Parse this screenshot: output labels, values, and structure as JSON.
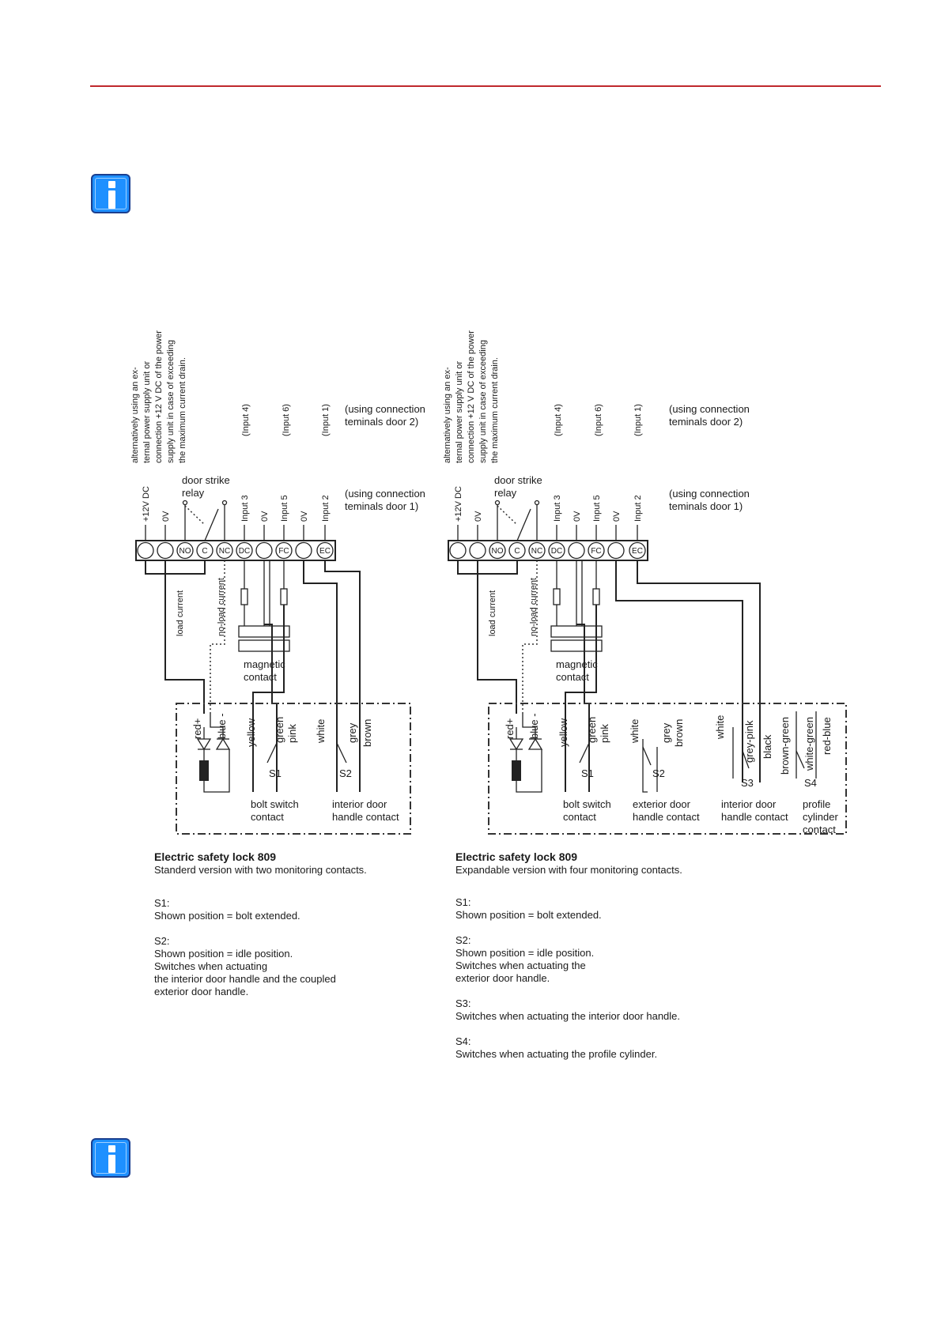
{
  "colors": {
    "header_rule": "#c0282d",
    "info_icon": "#1e90ff"
  },
  "icons": {
    "top": "info-icon",
    "bottom": "info-icon"
  },
  "common": {
    "supply_note": [
      "alternatively using an ex-",
      "ternal power supply unit or",
      "connection +12 V DC of the power",
      "supply unit in case of exceeding",
      "the maximum current drain."
    ],
    "input4": "(Input 4)",
    "input6": "(Input 6)",
    "input1": "(Input 1)",
    "door2": [
      "(using connection",
      "teminals door 2)"
    ],
    "door1": [
      "(using connection",
      "teminals door 1)"
    ],
    "v12": "+12V DC",
    "v0": "0V",
    "strike": [
      "door strike",
      "relay"
    ],
    "in3": "Input 3",
    "in5": "Input 5",
    "in2": "Input 2",
    "terminals": [
      "NO",
      "C",
      "NC",
      "DC",
      "FC",
      "EC"
    ],
    "load": "load current",
    "noload": "no-load current",
    "magnetic": [
      "magnetic",
      "contact"
    ],
    "red": "red+",
    "blue": "blue -",
    "yellow": "yellow",
    "green": "green",
    "pink": "pink",
    "white": "white",
    "grey": "grey",
    "brown": "brown",
    "s1": "S1",
    "s2": "S2",
    "bolt": [
      "bolt switch",
      "contact"
    ]
  },
  "left": {
    "interior": [
      "interior door",
      "handle contact"
    ],
    "title": "Electric safety lock 809",
    "subtitle": "Standerd version with two monitoring contacts.",
    "notes": [
      "S1:",
      "Shown position = bolt extended.",
      "",
      "S2:",
      "Shown position = idle position.",
      "Switches when actuating",
      "the interior door handle and the coupled",
      "exterior door handle."
    ]
  },
  "right": {
    "exterior": [
      "exterior door",
      "handle contact"
    ],
    "interior": [
      "interior door",
      "handle contact"
    ],
    "profile": [
      "profile",
      "cylinder",
      "contact"
    ],
    "white": "white",
    "greypink": "grey-pink",
    "black": "black",
    "browngreen": "brown-green",
    "whitegreen": "white-green",
    "redblue": "red-blue",
    "s3": "S3",
    "s4": "S4",
    "title": "Electric safety lock 809",
    "subtitle": "Expandable version with four monitoring contacts.",
    "notes": [
      "S1:",
      "Shown position = bolt extended.",
      "",
      "S2:",
      "Shown position = idle position.",
      "Switches when actuating the",
      "exterior door handle.",
      "",
      "S3:",
      "Switches when actuating the interior door handle.",
      "",
      "S4:",
      "Switches when actuating the profile cylinder."
    ]
  }
}
